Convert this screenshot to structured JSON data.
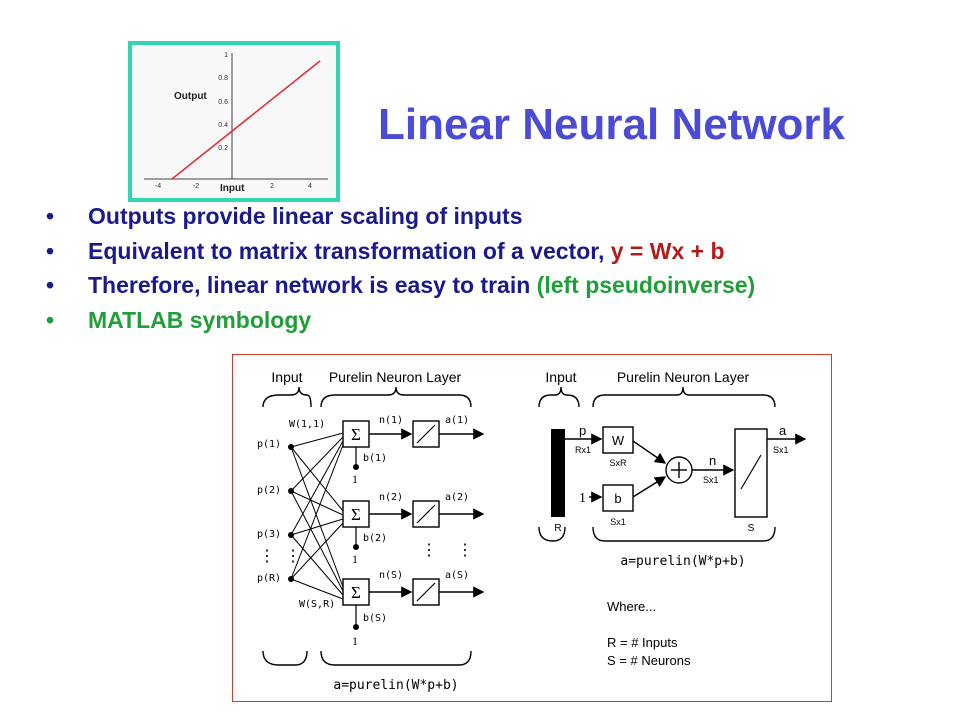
{
  "slide": {
    "title": "Linear Neural Network",
    "bullets": [
      {
        "parts": [
          {
            "text": "Outputs provide linear scaling of inputs",
            "color": "navy"
          }
        ]
      },
      {
        "parts": [
          {
            "text": "Equivalent to matrix transformation of a vector, ",
            "color": "navy"
          },
          {
            "text": "y = Wx + b",
            "color": "red"
          }
        ]
      },
      {
        "parts": [
          {
            "text": "Therefore, linear network is easy to train ",
            "color": "navy"
          },
          {
            "text": "(left pseudoinverse)",
            "color": "green"
          }
        ]
      },
      {
        "parts": [
          {
            "text": "MATLAB symbology",
            "color": "green"
          }
        ]
      }
    ],
    "bullet_glyph": "•"
  },
  "inset_plot": {
    "ylabel": "Output",
    "xlabel": "Input",
    "y_ticks": [
      "1",
      "0.8",
      "0.6",
      "0.4",
      "0.2"
    ],
    "x_ticks": [
      "-4",
      "-2",
      "2",
      "4"
    ],
    "colors": {
      "border": "#33d6b4",
      "line": "#e0303a"
    }
  },
  "left_diagram": {
    "input_label": "Input",
    "layer_label": "Purelin Neuron Layer",
    "weight_top": "W(1,1)",
    "weight_bottom": "W(S,R)",
    "inputs": [
      "p(1)",
      "p(2)",
      "p(3)",
      "p(R)"
    ],
    "n_labels": [
      "n(1)",
      "n(2)",
      "n(S)"
    ],
    "a_labels": [
      "a(1)",
      "a(2)",
      "a(S)"
    ],
    "b_labels": [
      "b(1)",
      "b(2)",
      "b(S)"
    ],
    "one": "1",
    "sum_symbol": "Σ",
    "formula": "a=purelin(W*p+b)"
  },
  "right_diagram": {
    "input_label": "Input",
    "layer_label": "Purelin Neuron Layer",
    "p": "p",
    "rx1": "Rx1",
    "R": "R",
    "W": "W",
    "SxR": "SxR",
    "one": "1",
    "b": "b",
    "Sx1_b": "Sx1",
    "n": "n",
    "Sx1_n": "Sx1",
    "S": "S",
    "a": "a",
    "Sx1_a": "Sx1",
    "formula": "a=purelin(W*p+b)",
    "where": "Where...",
    "def_r": "R = # Inputs",
    "def_s": "S = # Neurons"
  }
}
